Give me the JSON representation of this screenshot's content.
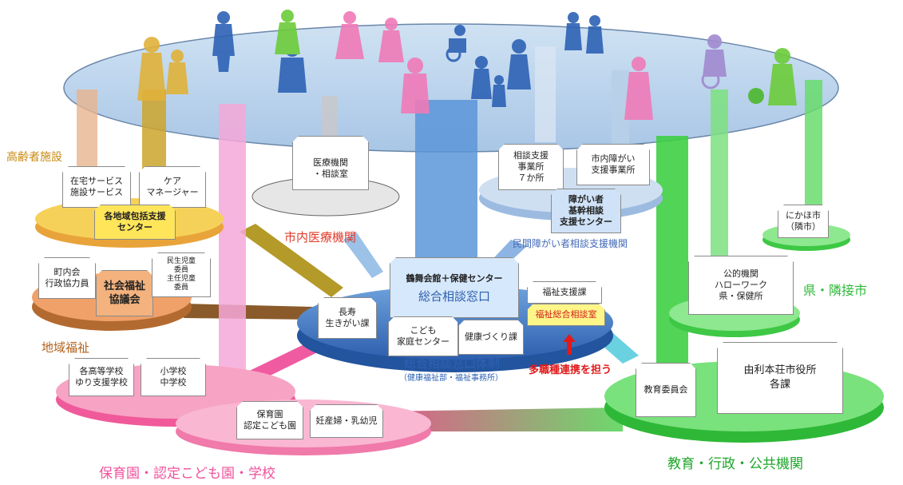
{
  "colors": {
    "elder": "#e8bf3a",
    "community": "#c07a3a",
    "school": "#f28ab8",
    "education": "#52d95a",
    "medical": "#e03a2a",
    "disability": "#9fb7e0",
    "center": "#3f78c8",
    "accent": "#e01a1a"
  },
  "regions": {
    "elderly_facilities": "高齢者施設",
    "community_welfare": "地域福祉",
    "schools": "保育園・認定こども園・学校",
    "education_admin": "教育・行政・公共機関",
    "medical": "市内医療機関",
    "disability_support": "民間障がい者相談支援機関",
    "prefecture_neighbor": "県・隣接市"
  },
  "boxes": {
    "home_service": [
      "在宅サービス",
      "施設サービス"
    ],
    "care_manager": [
      "ケア",
      "マネージャー"
    ],
    "regional_center": [
      "各地域包括支援",
      "センター"
    ],
    "neighborhood": [
      "町内会",
      "行政協力員"
    ],
    "social_welfare": [
      "社会福祉",
      "協議会"
    ],
    "welfare_commissioner": [
      "民生児童",
      "委員",
      "主任児童",
      "委員"
    ],
    "medical_inst": [
      "医療機関",
      "・相談室"
    ],
    "consult_office": [
      "相談支援",
      "事業所",
      "７か所"
    ],
    "city_disability_office": [
      "市内障がい",
      "支援事業所"
    ],
    "disability_center": [
      "障がい者",
      "基幹相談",
      "支援センター"
    ],
    "nikaho": [
      "にかほ市",
      "（隣市）"
    ],
    "public_inst": [
      "公的機関",
      "ハローワーク",
      "県・保健所"
    ],
    "longevity": [
      "長寿",
      "生きがい課"
    ],
    "main_header": "鶴舞会館＋保健センター",
    "main_title": "総合相談窓口",
    "welfare_support": "福祉支援課",
    "welfare_consult": "福祉総合相談室",
    "child_family": [
      "こども",
      "家庭センター"
    ],
    "health": "健康づくり課",
    "high_school": [
      "各高等学校",
      "ゆり支援学校"
    ],
    "elem": [
      "小学校",
      "中学校"
    ],
    "nursery": [
      "保育園",
      "認定こども園"
    ],
    "maternity": "妊産婦・乳幼児",
    "board_edu": "教育委員会",
    "city_hall": [
      "由利本荘市役所",
      "各課"
    ]
  },
  "center_system": {
    "title": "総合相談窓口体制",
    "sub": "（健康福祉部・福祉事務所）",
    "role": "多職種連携を担う"
  }
}
